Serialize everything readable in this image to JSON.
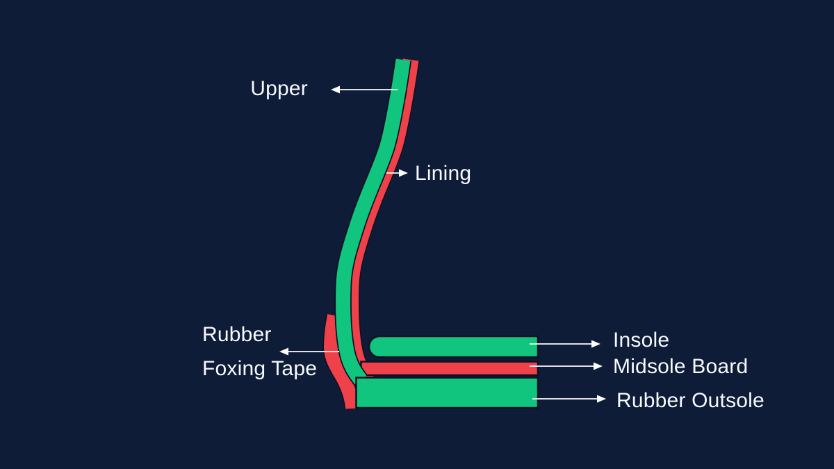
{
  "colors": {
    "background": "#0e1c38",
    "green": "#12c57e",
    "red": "#ef4149",
    "outline": "#0b1123",
    "label": "#f7fafc",
    "arrow": "#fdfdfd"
  },
  "diagram": {
    "subject": "Shoe construction cross-section",
    "labels": {
      "upper": "Upper",
      "lining": "Lining",
      "rubber_foxing_line1": "Rubber",
      "rubber_foxing_line2": "Foxing Tape",
      "insole": "Insole",
      "midsole_board": "Midsole Board",
      "rubber_outsole": "Rubber Outsole"
    },
    "parts": [
      {
        "name": "Upper",
        "color_hex": "#12c57e"
      },
      {
        "name": "Lining",
        "color_hex": "#ef4149"
      },
      {
        "name": "Rubber Foxing Tape",
        "color_hex": "#ef4149"
      },
      {
        "name": "Insole",
        "color_hex": "#12c57e"
      },
      {
        "name": "Midsole Board",
        "color_hex": "#ef4149"
      },
      {
        "name": "Rubber Outsole",
        "color_hex": "#12c57e"
      }
    ]
  }
}
